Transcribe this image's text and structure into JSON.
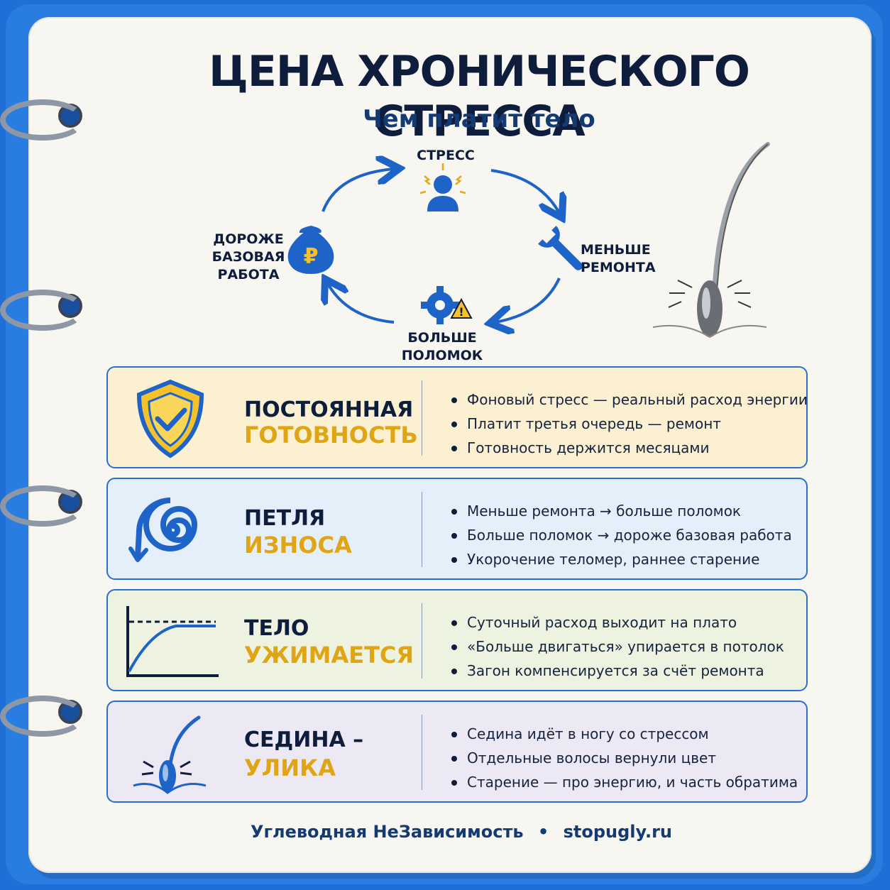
{
  "header": {
    "title": "ЦЕНА ХРОНИЧЕСКОГО СТРЕССА",
    "subtitle": "Чем платит тело"
  },
  "cycle": {
    "stress": "СТРЕСС",
    "less_repair": [
      "МЕНЬШЕ",
      "РЕМОНТА"
    ],
    "more_breaks": [
      "БОЛЬШЕ",
      "ПОЛОМОК"
    ],
    "costlier_base": [
      "ДОРОЖЕ",
      "БАЗОВАЯ",
      "РАБОТА"
    ],
    "icons": [
      "stressed-person-icon",
      "wrench-icon",
      "gear-warning-icon",
      "money-bag-icon",
      "hair-strand-icon"
    ]
  },
  "cards": [
    {
      "title_line1": "ПОСТОЯННАЯ",
      "title_line2": "ГОТОВНОСТЬ",
      "icon": "shield-check-icon",
      "bg": "#fbf1d2",
      "bullets": [
        "Фоновый стресс — реальный расход энергии",
        "Платит третья очередь — ремонт",
        "Готовность держится месяцами"
      ]
    },
    {
      "title_line1": "ПЕТЛЯ",
      "title_line2": "ИЗНОСА",
      "icon": "spiral-icon",
      "bg": "#e4eff9",
      "bullets": [
        "Меньше ремонта → больше поломок",
        "Больше поломок → дороже базовая работа",
        "Укорочение теломер, раннее старение"
      ]
    },
    {
      "title_line1": "ТЕЛО",
      "title_line2": "УЖИМАЕТСЯ",
      "icon": "plateau-graph-icon",
      "bg": "#edf3e0",
      "bullets": [
        "Суточный расход выходит на плато",
        "«Больше двигаться» упирается в потолок",
        "Загон компенсируется за счёт ремонта"
      ]
    },
    {
      "title_line1": "СЕДИНА –",
      "title_line2": "УЛИКА",
      "icon": "hair-follicle-icon",
      "bg": "#ece8f4",
      "bullets": [
        "Седина идёт в ногу со стрессом",
        "Отдельные волосы вернули цвет",
        "Старение — про энергию, и часть обратима"
      ]
    }
  ],
  "footer": {
    "brand": "Углеводная НеЗависимость",
    "separator": "•",
    "site": "stopugly.ru"
  },
  "colors": {
    "navy": "#0f1d3d",
    "blue": "#1d63c8",
    "gold": "#e0a514",
    "frame": "#2a7de0"
  }
}
